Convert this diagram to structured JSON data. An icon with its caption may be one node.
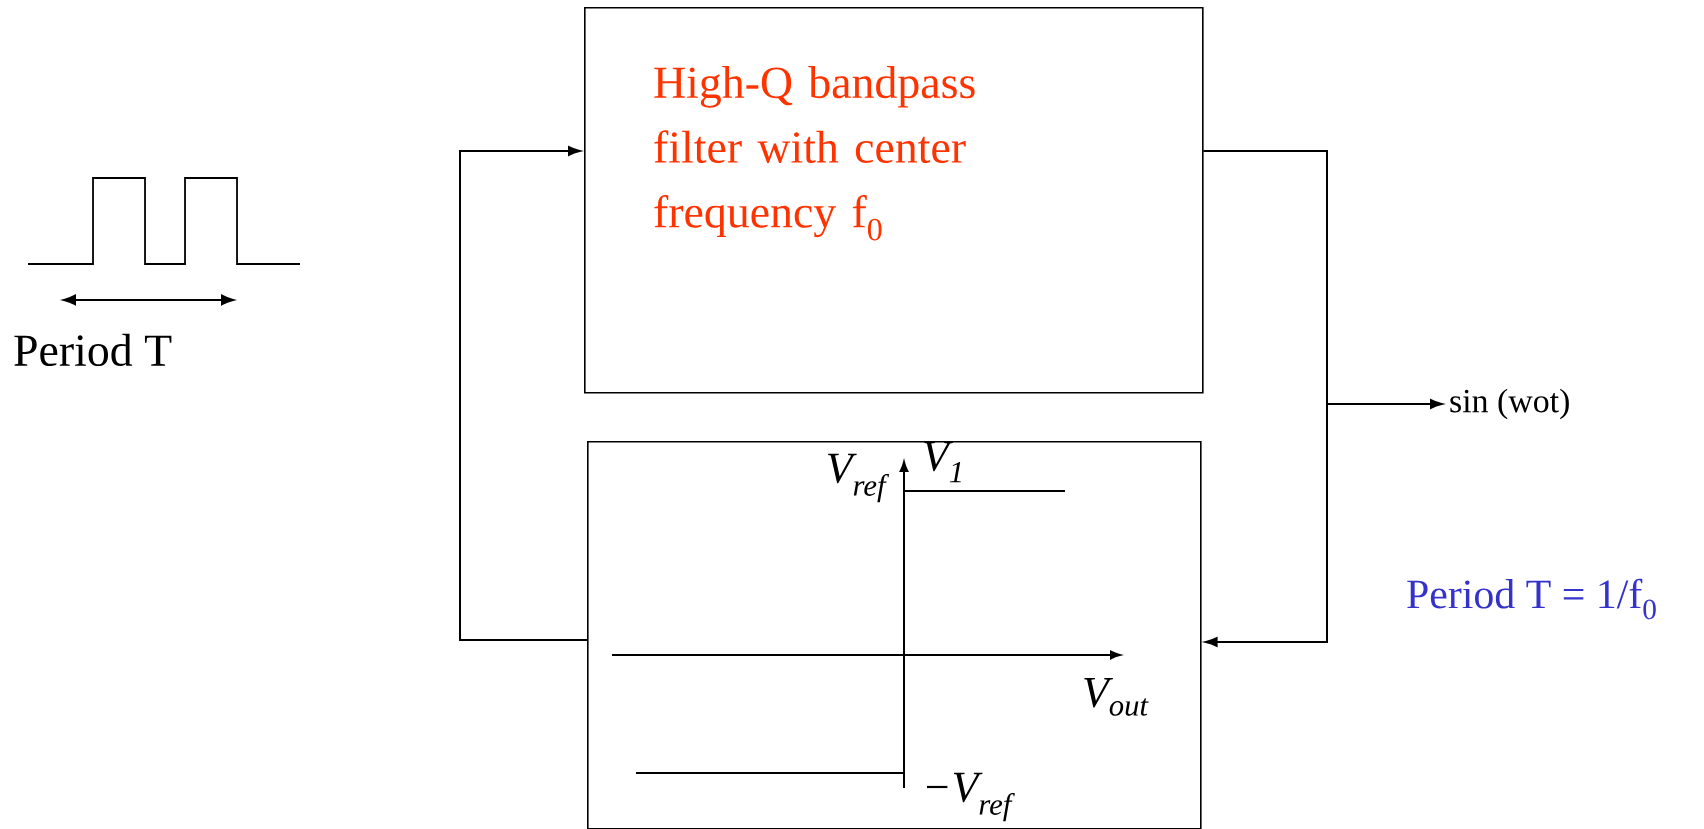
{
  "diagram": {
    "nodes": [
      {
        "text": [
          "High-Q bandpass filter with center frequency f$_{0}$"
        ]
      },
      {
        "text": [],
        "shape": "box"
      },
      {
        "text": [
          "sin (wot)"
        ]
      }
    ],
    "edges": [
      {
        "from": 0,
        "to": 1,
        "arrow": "to"
      },
      {
        "from": 1,
        "to": 0,
        "arrow": "to"
      },
      {
        "from": 0,
        "to": 2,
        "arrow": "to"
      }
    ],
    "labels": [
      "Period T",
      "V$_{ref}$",
      "V$_{1}$",
      "V$_{out}$",
      "−V$_{ref}$",
      "Period T = 1/f$_{0}$"
    ]
  }
}
